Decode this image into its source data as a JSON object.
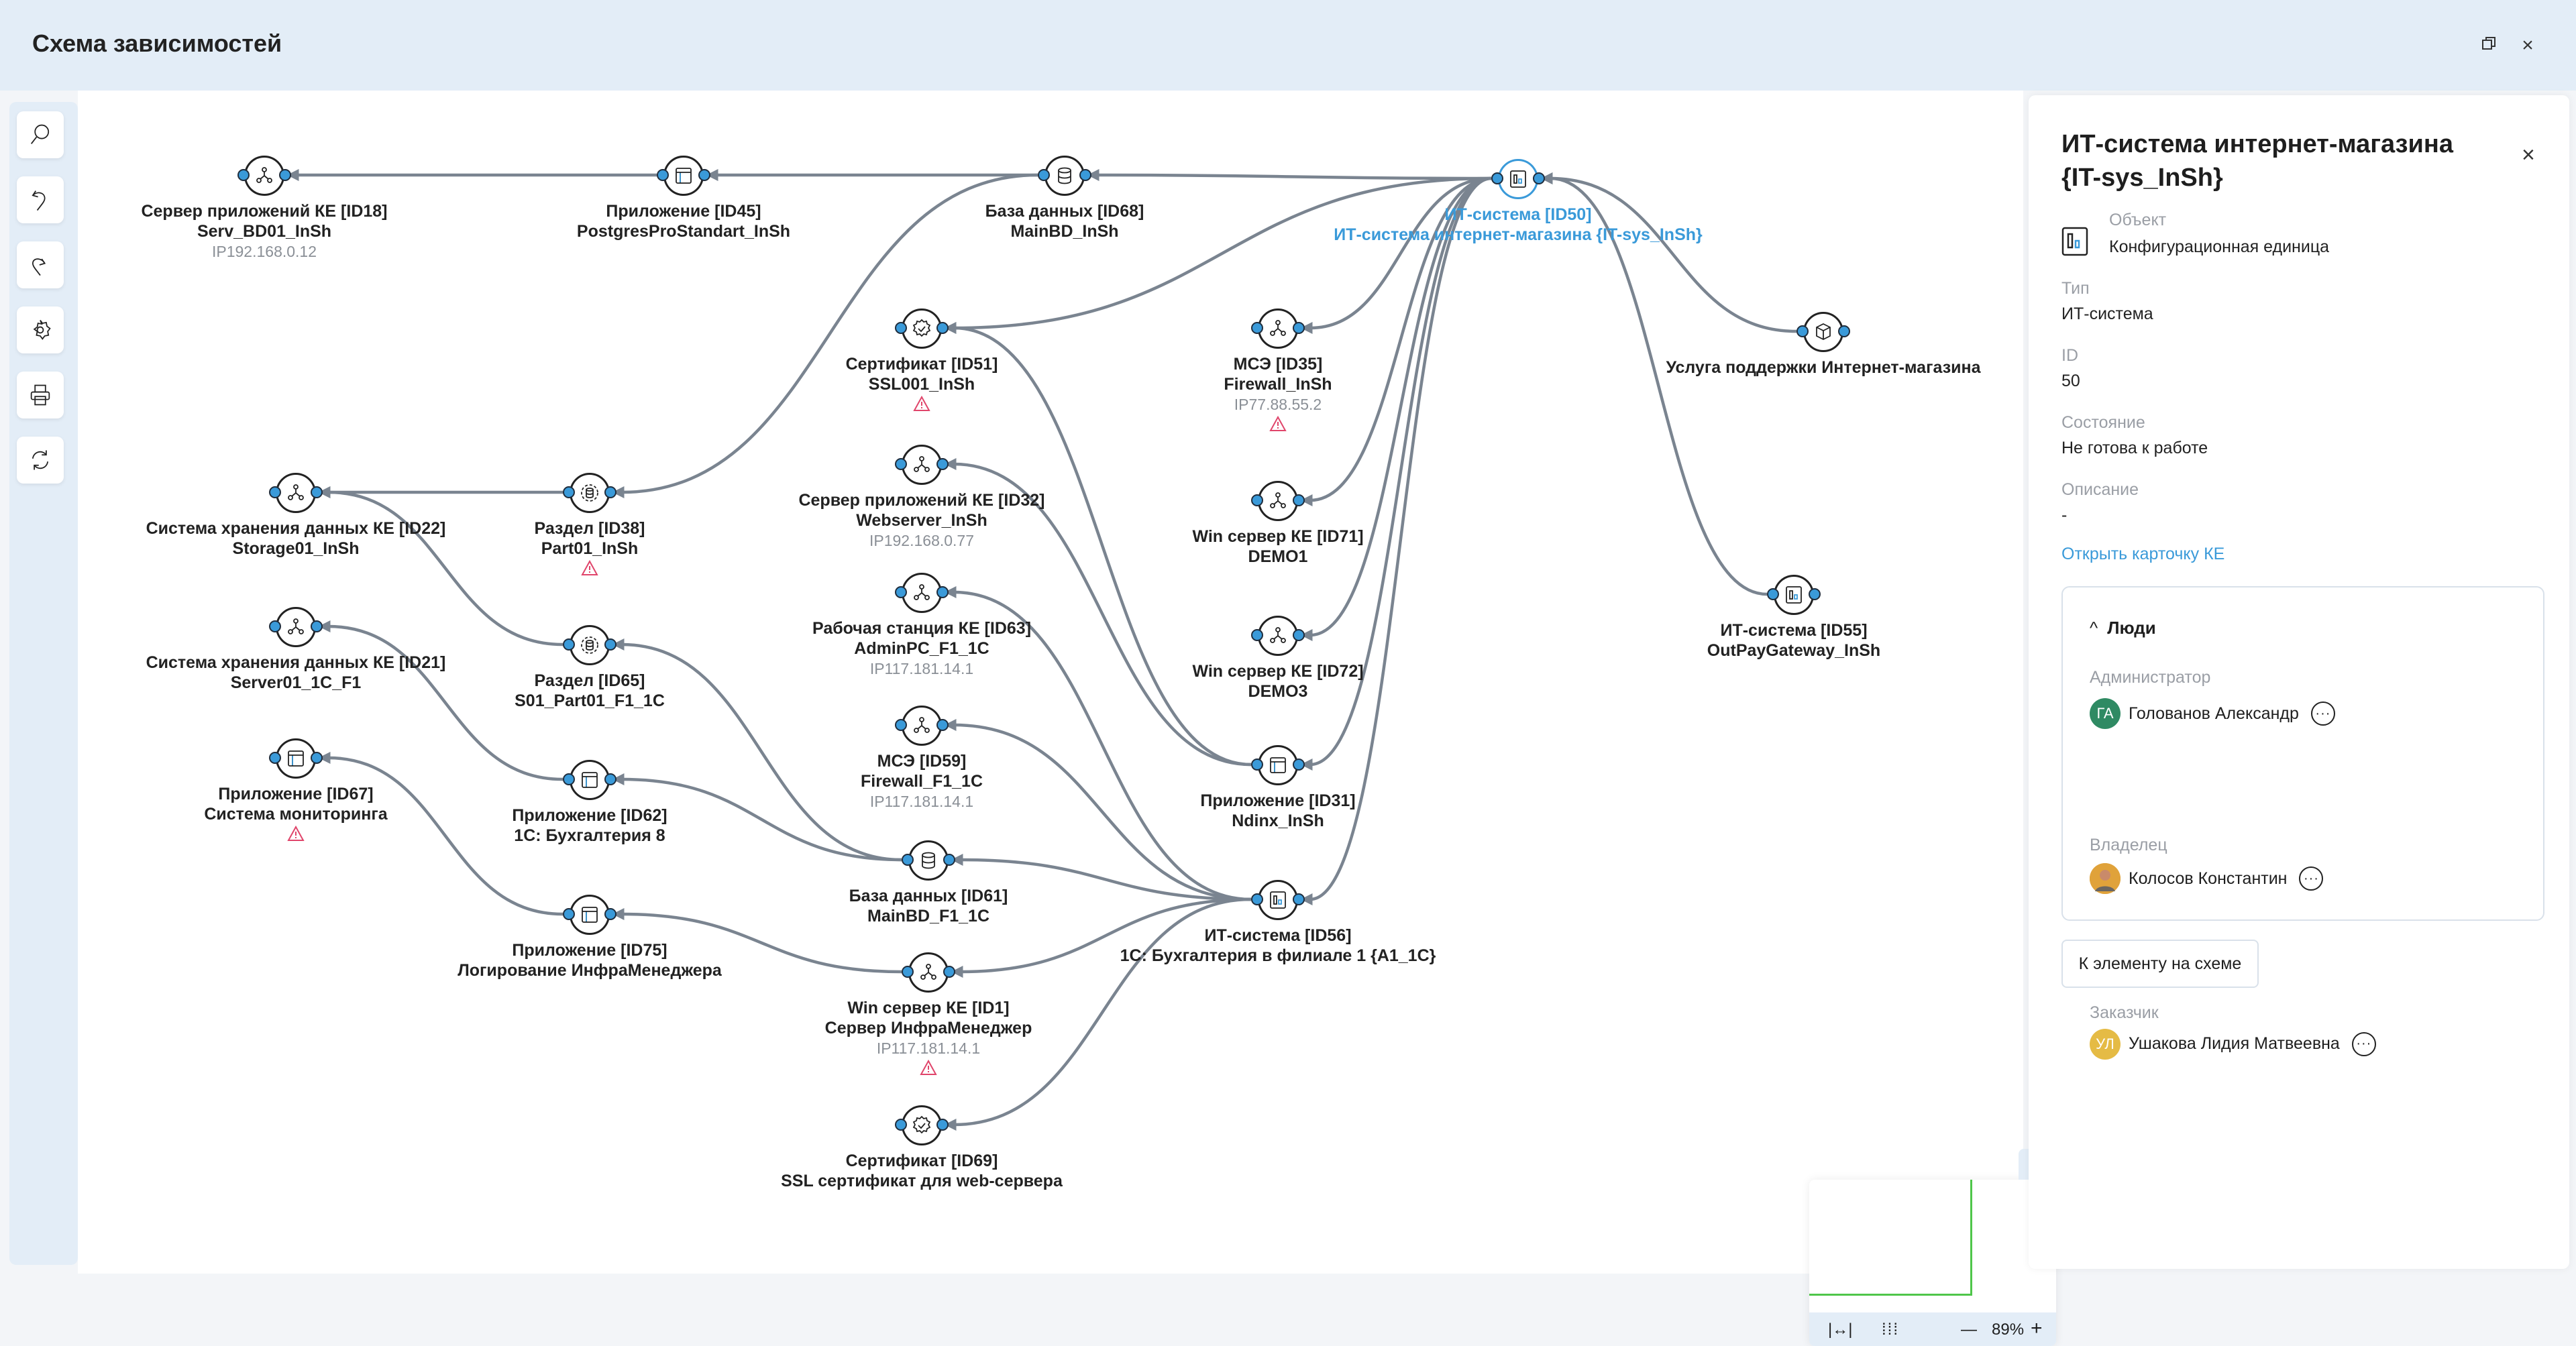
{
  "header": {
    "title": "Схема зависимостей",
    "restore_icon": "window-restore-icon",
    "close_icon": "close-icon",
    "close_label": "×"
  },
  "toolbar": [
    "search-icon",
    "undo-icon",
    "redo-icon",
    "gear-icon",
    "print-icon",
    "refresh-icon"
  ],
  "colors": {
    "accent": "#3a9ad9",
    "edge": "#7a8490",
    "warning": "#e0456b",
    "header_bg": "#e3edf7",
    "minimap_view": "#4fc64a"
  },
  "nodes": [
    {
      "id": "18",
      "type": "server",
      "title": "Сервер приложений КЕ [ID18]",
      "name": "Serv_BD01_InSh",
      "ip": "IP192.168.0.12"
    },
    {
      "id": "45",
      "type": "app",
      "title": "Приложение [ID45]",
      "name": "PostgresProStandart_InSh"
    },
    {
      "id": "68",
      "type": "db",
      "title": "База данных [ID68]",
      "name": "MainBD_InSh"
    },
    {
      "id": "50",
      "type": "itsys",
      "title": "ИТ-система [ID50]",
      "name": "ИТ-система интернет-магазина {IT-sys_InSh}",
      "selected": true
    },
    {
      "id": "51",
      "type": "cert",
      "title": "Сертификат [ID51]",
      "name": "SSL001_InSh",
      "warning": true
    },
    {
      "id": "35",
      "type": "server",
      "title": "МСЭ [ID35]",
      "name": "Firewall_InSh",
      "ip": "IP77.88.55.2",
      "warning": true
    },
    {
      "id": "svc",
      "type": "service",
      "name": "Услуга поддержки Интернет-магазина"
    },
    {
      "id": "22",
      "type": "server",
      "title": "Система хранения данных КЕ [ID22]",
      "name": "Storage01_InSh"
    },
    {
      "id": "38",
      "type": "partition",
      "title": "Раздел [ID38]",
      "name": "Part01_InSh",
      "warning": true
    },
    {
      "id": "32",
      "type": "server",
      "title": "Сервер приложений КЕ [ID32]",
      "name": "Webserver_InSh",
      "ip": "IP192.168.0.77"
    },
    {
      "id": "71",
      "type": "server",
      "title": "Win сервер КЕ [ID71]",
      "name": "DEMO1"
    },
    {
      "id": "21",
      "type": "server",
      "title": "Система хранения данных КЕ [ID21]",
      "name": "Server01_1C_F1"
    },
    {
      "id": "65",
      "type": "partition",
      "title": "Раздел [ID65]",
      "name": "S01_Part01_F1_1C"
    },
    {
      "id": "63",
      "type": "server",
      "title": "Рабочая станция КЕ [ID63]",
      "name": "AdminPC_F1_1C",
      "ip": "IP117.181.14.1"
    },
    {
      "id": "72",
      "type": "server",
      "title": "Win сервер КЕ [ID72]",
      "name": "DEMO3"
    },
    {
      "id": "55",
      "type": "itsys",
      "title": "ИТ-система [ID55]",
      "name": "OutPayGateway_InSh"
    },
    {
      "id": "67",
      "type": "app",
      "title": "Приложение [ID67]",
      "name": "Система мониторинга",
      "warning": true
    },
    {
      "id": "62",
      "type": "app",
      "title": "Приложение [ID62]",
      "name": "1С: Бухгалтерия 8"
    },
    {
      "id": "59",
      "type": "server",
      "title": "МСЭ [ID59]",
      "name": "Firewall_F1_1C",
      "ip": "IP117.181.14.1"
    },
    {
      "id": "31",
      "type": "app",
      "title": "Приложение [ID31]",
      "name": "Ndinx_InSh"
    },
    {
      "id": "61",
      "type": "db",
      "title": "База данных [ID61]",
      "name": "MainBD_F1_1C"
    },
    {
      "id": "75",
      "type": "app",
      "title": "Приложение [ID75]",
      "name": "Логирование ИнфраМенеджера"
    },
    {
      "id": "56",
      "type": "itsys",
      "title": "ИТ-система [ID56]",
      "name": "1С: Бухгалтерия в филиале 1 {A1_1C}"
    },
    {
      "id": "1",
      "type": "server",
      "title": "Win сервер КЕ [ID1]",
      "name": "Сервер ИнфраМенеджер",
      "ip": "IP117.181.14.1",
      "warning": true
    },
    {
      "id": "69",
      "type": "cert",
      "title": "Сертификат [ID69]",
      "name": "SSL сертификат для web-сервера"
    }
  ],
  "edges": [
    [
      "45",
      "18"
    ],
    [
      "68",
      "45"
    ],
    [
      "50",
      "68"
    ],
    [
      "68",
      "38"
    ],
    [
      "38",
      "22"
    ],
    [
      "65",
      "22"
    ],
    [
      "62",
      "21"
    ],
    [
      "75",
      "67"
    ],
    [
      "50",
      "51"
    ],
    [
      "50",
      "35"
    ],
    [
      "50",
      "71"
    ],
    [
      "50",
      "72"
    ],
    [
      "50",
      "31"
    ],
    [
      "50",
      "56"
    ],
    [
      "svc",
      "50"
    ],
    [
      "55",
      "50"
    ],
    [
      "31",
      "51"
    ],
    [
      "31",
      "32"
    ],
    [
      "56",
      "63"
    ],
    [
      "56",
      "59"
    ],
    [
      "56",
      "61"
    ],
    [
      "56",
      "1"
    ],
    [
      "56",
      "69"
    ],
    [
      "61",
      "65"
    ],
    [
      "61",
      "62"
    ],
    [
      "1",
      "75"
    ]
  ],
  "panel": {
    "title": "ИТ-система интернет-магазина {IT-sys_InSh}",
    "close_label": "×",
    "object_label": "Объект",
    "object_value": "Конфигурационная единица",
    "type_label": "Тип",
    "type_value": "ИТ-система",
    "id_label": "ID",
    "id_value": "50",
    "state_label": "Состояние",
    "state_value": "Не готова к работе",
    "desc_label": "Описание",
    "desc_value": "-",
    "open_card_link": "Открыть карточку КЕ",
    "people": {
      "header": "Люди",
      "roles": [
        {
          "role": "Администратор",
          "name": "Голованов Александр",
          "initials": "ГА",
          "color": "#2f8a63"
        },
        {
          "role": "Владелец",
          "name": "Колосов Константин",
          "initials": "",
          "color": "#e0a23a"
        },
        {
          "role": "Заказчик",
          "name": "Ушакова Лидия Матвеевна",
          "initials": "УЛ",
          "color": "#e5bb45"
        }
      ]
    },
    "goto_button": "К элементу на схеме"
  },
  "minimap": {
    "zoom": "89%",
    "fit_icon": "|↔|",
    "zoom_out": "—",
    "zoom_in": "+"
  }
}
